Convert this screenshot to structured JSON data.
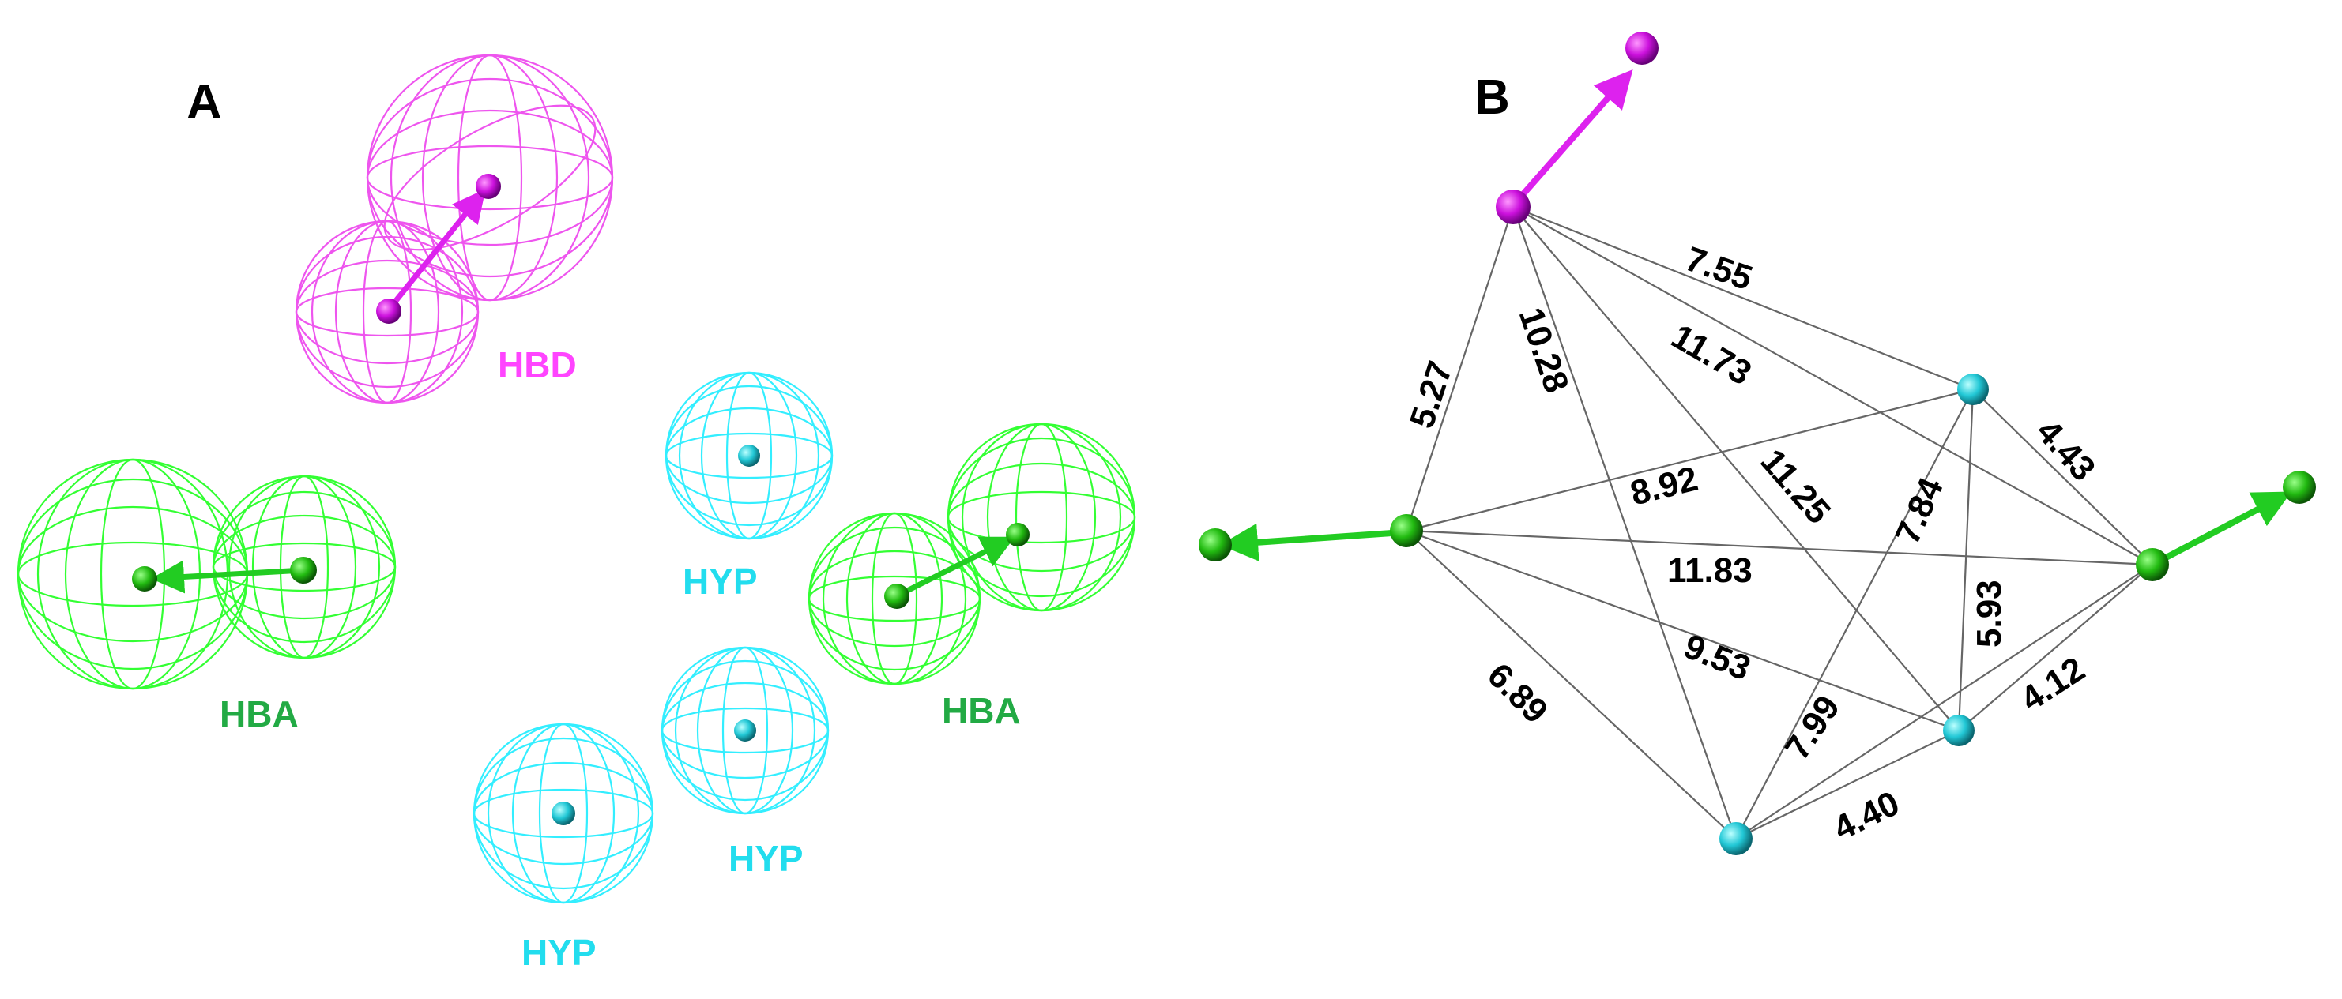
{
  "panels": {
    "a": "A",
    "b": "B"
  },
  "features_a": [
    {
      "type": "HBD",
      "label": "HBD",
      "color": "#ff44ff",
      "sphere_color": "#aa00cc"
    },
    {
      "type": "HBA",
      "label": "HBA",
      "color": "#22aa44",
      "sphere_color": "#33cc00",
      "mesh": "#33ff33"
    },
    {
      "type": "HBA",
      "label": "HBA",
      "color": "#22aa44",
      "sphere_color": "#33cc00",
      "mesh": "#33ff33"
    },
    {
      "type": "HYP",
      "label": "HYP",
      "color": "#22ddee",
      "sphere_color": "#22bbcc",
      "mesh": "#33eeff"
    },
    {
      "type": "HYP",
      "label": "HYP",
      "color": "#22ddee",
      "sphere_color": "#22bbcc",
      "mesh": "#33eeff"
    },
    {
      "type": "HYP",
      "label": "HYP",
      "color": "#22ddee",
      "sphere_color": "#22bbcc",
      "mesh": "#33eeff"
    }
  ],
  "distances": [
    "7.55",
    "5.27",
    "10.28",
    "11.73",
    "11.25",
    "8.92",
    "11.83",
    "4.43",
    "7.84",
    "5.93",
    "6.89",
    "9.53",
    "7.99",
    "4.12",
    "4.40"
  ],
  "colors": {
    "hbd": "#cc22dd",
    "hba": "#22cc22",
    "hyp": "#22cccc",
    "edge": "#666666"
  }
}
